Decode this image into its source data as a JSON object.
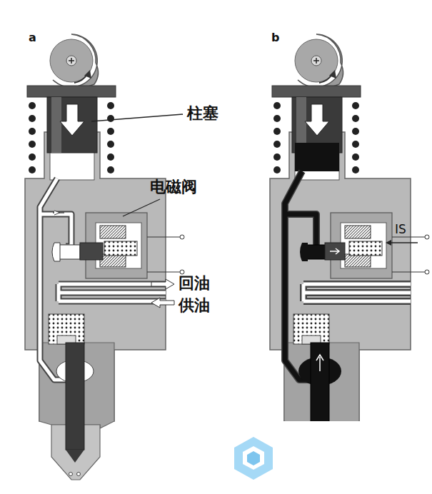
{
  "diagram": {
    "labels": [
      "a",
      "柱塞",
      "电磁阀",
      "回油",
      "供油",
      "b",
      "IS"
    ]
  }
}
